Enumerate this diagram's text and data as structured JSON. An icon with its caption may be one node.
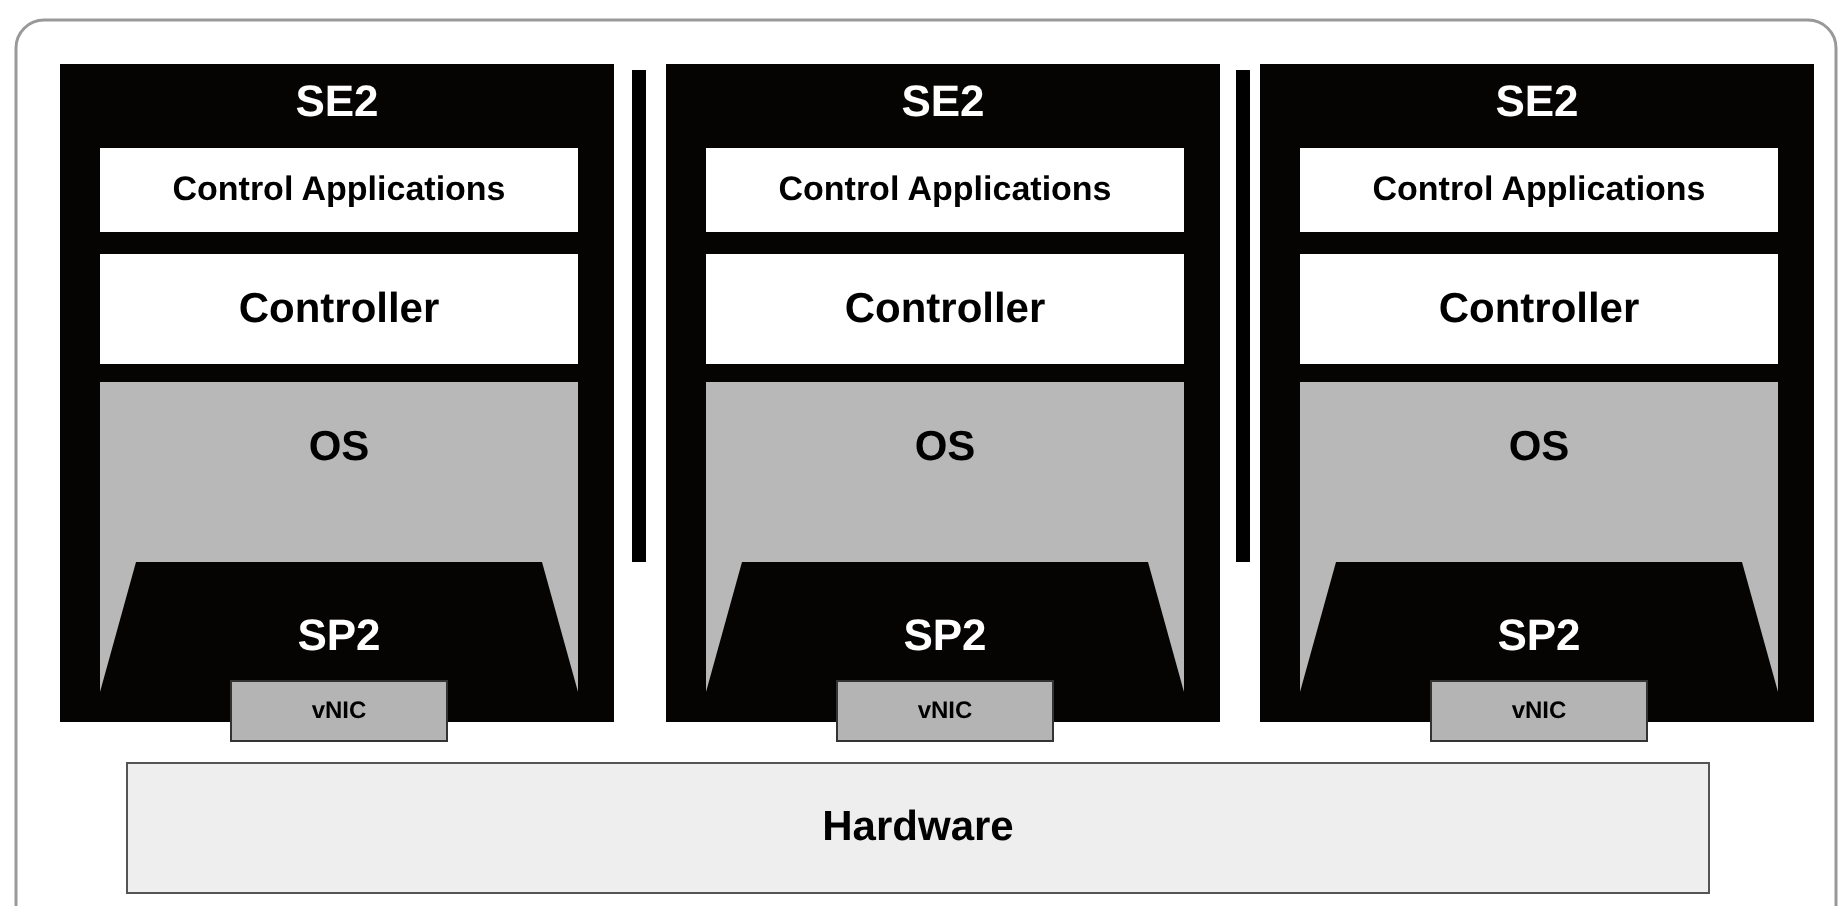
{
  "diagram": {
    "nodes": [
      {
        "text": [
          "SE2"
        ]
      },
      {
        "text": [
          "Control Applications"
        ],
        "in": 0
      },
      {
        "text": [
          "Controller"
        ],
        "in": 0
      },
      {
        "text": [
          "OS"
        ],
        "in": 0
      },
      {
        "text": [
          "SP2"
        ],
        "in": 3
      },
      {
        "text": [
          "vNIC"
        ]
      },
      {
        "text": [
          "SE2"
        ]
      },
      {
        "text": [
          "Control Applications"
        ],
        "in": 6
      },
      {
        "text": [
          "Controller"
        ],
        "in": 6
      },
      {
        "text": [
          "OS"
        ],
        "in": 6
      },
      {
        "text": [
          "SP2"
        ],
        "in": 9
      },
      {
        "text": [
          "vNIC"
        ]
      },
      {
        "text": [
          "SE2"
        ]
      },
      {
        "text": [
          "Control Applications"
        ],
        "in": 12
      },
      {
        "text": [
          "Controller"
        ],
        "in": 12
      },
      {
        "text": [
          "OS"
        ],
        "in": 12
      },
      {
        "text": [
          "SP2"
        ],
        "in": 15
      },
      {
        "text": [
          "vNIC"
        ]
      },
      {
        "text": [
          "Hardware"
        ]
      }
    ]
  }
}
